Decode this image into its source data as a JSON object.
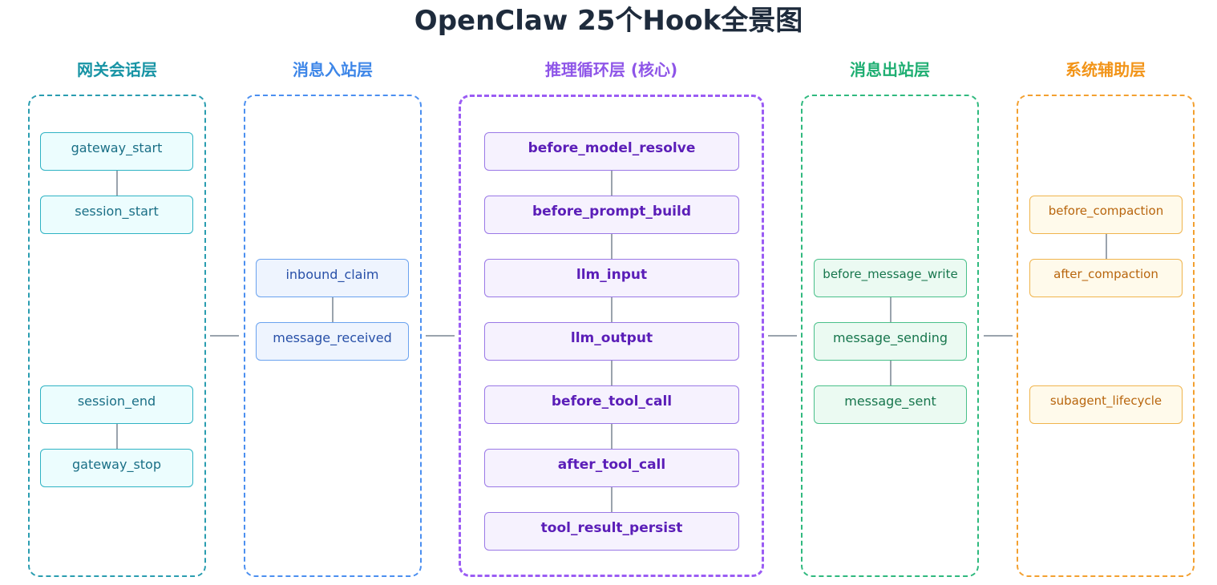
{
  "title": "OpenClaw 25个Hook全景图",
  "layers": {
    "gateway": {
      "title": "网关会话层",
      "nodes": [
        "gateway_start",
        "session_start",
        "session_end",
        "gateway_stop"
      ]
    },
    "inbound": {
      "title": "消息入站层",
      "nodes": [
        "inbound_claim",
        "message_received"
      ]
    },
    "reasoning": {
      "title": "推理循环层 (核心)",
      "nodes": [
        "before_model_resolve",
        "before_prompt_build",
        "llm_input",
        "llm_output",
        "before_tool_call",
        "after_tool_call",
        "tool_result_persist"
      ]
    },
    "outbound": {
      "title": "消息出站层",
      "nodes": [
        "before_message_write",
        "message_sending",
        "message_sent"
      ]
    },
    "system": {
      "title": "系统辅助层",
      "nodes": [
        "before_compaction",
        "after_compaction",
        "subagent_lifecycle"
      ]
    }
  },
  "colors": {
    "gateway": "#1894a5",
    "inbound": "#3d86e8",
    "reasoning": "#8e55e8",
    "outbound": "#1eae72",
    "system": "#f29418",
    "connector": "#9aa3ad"
  }
}
